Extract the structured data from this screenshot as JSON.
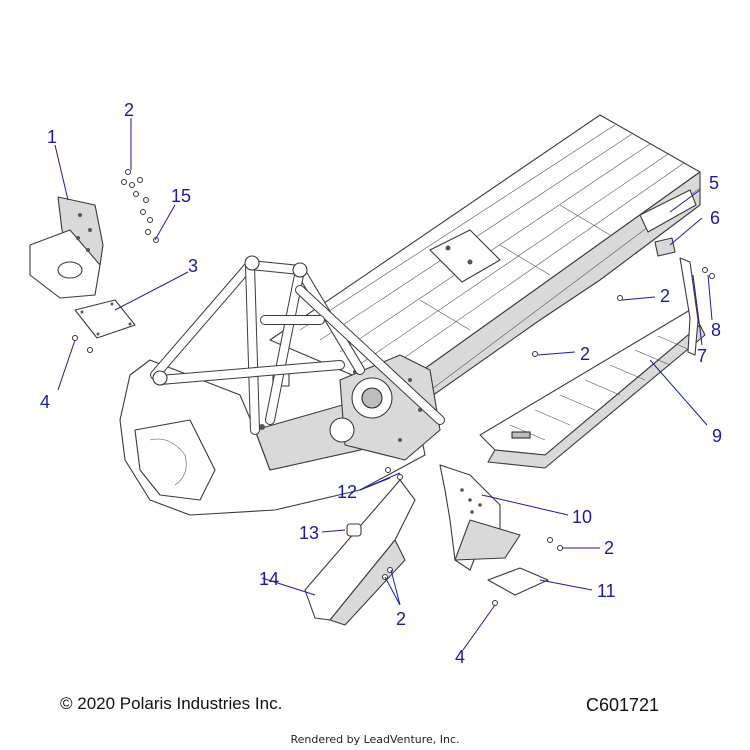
{
  "footer": {
    "copyright": "© 2020 Polaris Industries Inc.",
    "diagram_code": "C601721",
    "rendered_by": "Rendered by LeadVenture, Inc."
  },
  "callouts": [
    {
      "id": "c1",
      "label": "1"
    },
    {
      "id": "c2a",
      "label": "2"
    },
    {
      "id": "c15",
      "label": "15"
    },
    {
      "id": "c3",
      "label": "3"
    },
    {
      "id": "c4a",
      "label": "4"
    },
    {
      "id": "c5",
      "label": "5"
    },
    {
      "id": "c6",
      "label": "6"
    },
    {
      "id": "c2b",
      "label": "2"
    },
    {
      "id": "c8",
      "label": "8"
    },
    {
      "id": "c7",
      "label": "7"
    },
    {
      "id": "c2c",
      "label": "2"
    },
    {
      "id": "c9",
      "label": "9"
    },
    {
      "id": "c12",
      "label": "12"
    },
    {
      "id": "c10",
      "label": "10"
    },
    {
      "id": "c13",
      "label": "13"
    },
    {
      "id": "c2d",
      "label": "2"
    },
    {
      "id": "c14",
      "label": "14"
    },
    {
      "id": "c11",
      "label": "11"
    },
    {
      "id": "c2e",
      "label": "2"
    },
    {
      "id": "c4b",
      "label": "4"
    }
  ],
  "colors": {
    "callout": "#1a1aa6",
    "line_art": "#3a3a3a"
  }
}
